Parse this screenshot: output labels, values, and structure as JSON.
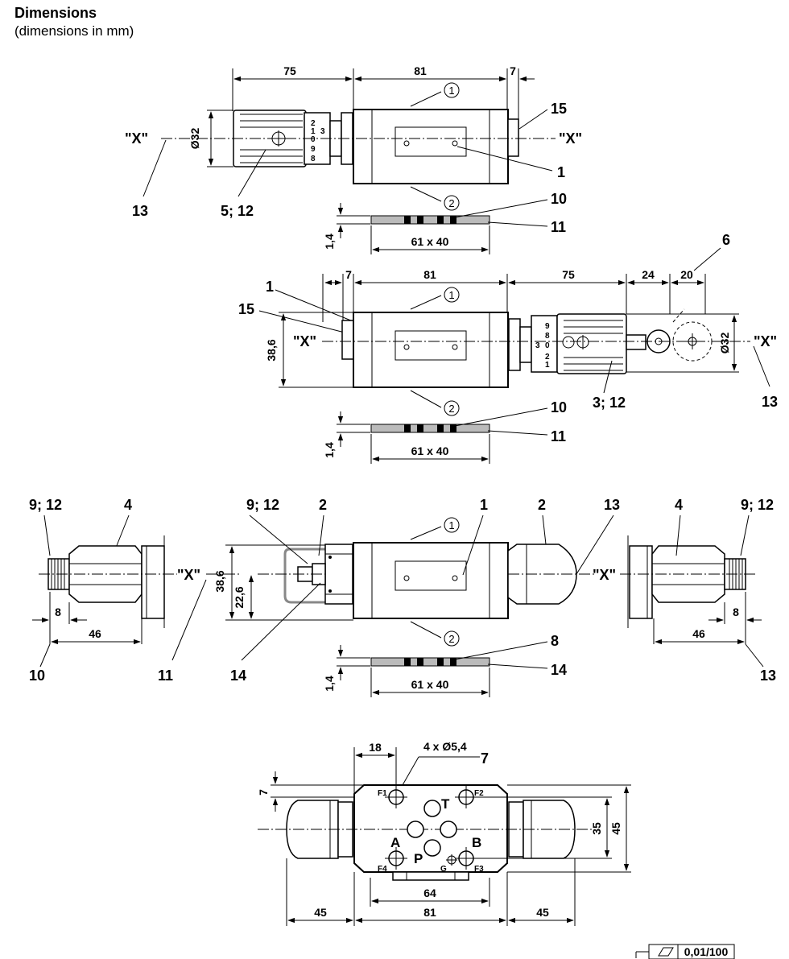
{
  "header": {
    "title": "Dimensions",
    "subtitle": "(dimensions in mm)"
  },
  "view1": {
    "dims": [
      "75",
      "81",
      "7",
      "Ø32",
      "1,4",
      "61 x 40"
    ],
    "labels": [
      "15",
      "1",
      "10",
      "11",
      "13",
      "5; 12",
      "\"X\"",
      "\"X\""
    ],
    "circled": [
      "1",
      "2"
    ],
    "scale": [
      "2",
      "1",
      "3",
      "0",
      "9",
      "8"
    ]
  },
  "view2": {
    "dims": [
      "7",
      "81",
      "75",
      "24",
      "20",
      "38,6",
      "Ø32",
      "1,4",
      "61 x 40"
    ],
    "labels": [
      "6",
      "1",
      "15",
      "10",
      "11",
      "3; 12",
      "13",
      "\"X\"",
      "\"X\""
    ],
    "circled": [
      "1",
      "2"
    ],
    "scale": [
      "9",
      "8",
      "3",
      "0",
      "2",
      "1"
    ]
  },
  "view3": {
    "dims": [
      "8",
      "46",
      "38,6",
      "22,6",
      "8",
      "46",
      "1,4",
      "61 x 40"
    ],
    "labels": [
      "9; 12",
      "4",
      "9; 12",
      "2",
      "1",
      "2",
      "13",
      "4",
      "9; 12",
      "10",
      "11",
      "14",
      "13",
      "8",
      "14",
      "\"X\"",
      "\"X\""
    ],
    "circled": [
      "1",
      "2"
    ]
  },
  "view4": {
    "dims": [
      "18",
      "7",
      "64",
      "81",
      "45",
      "45",
      "35",
      "45"
    ],
    "hole_note": "4 x Ø5,4",
    "label_7": "7",
    "ports": [
      "T",
      "A",
      "P",
      "B"
    ],
    "subports": [
      "F1",
      "F2",
      "F4",
      "G",
      "F3"
    ]
  },
  "tolerance": {
    "value": "0,01/100"
  }
}
